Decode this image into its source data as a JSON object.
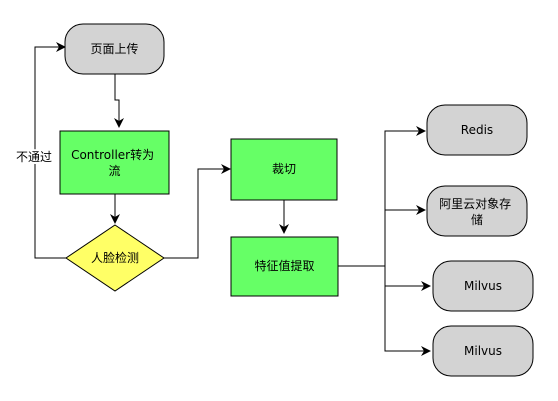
{
  "nodes": {
    "upload": {
      "label": "页面上传",
      "shape": "rounded",
      "fill": "#d3d3d3"
    },
    "controller": {
      "label_line1": "Controller转为",
      "label_line2": "流",
      "shape": "rect",
      "fill": "#66ff66"
    },
    "face": {
      "label": "人脸检测",
      "shape": "diamond",
      "fill": "#ffff66"
    },
    "crop": {
      "label": "裁切",
      "shape": "rect",
      "fill": "#66ff66"
    },
    "feature": {
      "label": "特征值提取",
      "shape": "rect",
      "fill": "#66ff66"
    },
    "redis": {
      "label": "Redis",
      "shape": "rounded",
      "fill": "#d3d3d3"
    },
    "oss": {
      "label_line1": "阿里云对象存",
      "label_line2": "储",
      "shape": "rounded",
      "fill": "#d3d3d3"
    },
    "milvus1": {
      "label": "Milvus",
      "shape": "rounded",
      "fill": "#d3d3d3"
    },
    "milvus2": {
      "label": "Milvus",
      "shape": "rounded",
      "fill": "#d3d3d3"
    }
  },
  "edges": {
    "reject_label": "不通过"
  },
  "colors": {
    "stroke": "#000000",
    "grey": "#d3d3d3",
    "green": "#66ff66",
    "yellow": "#ffff66"
  }
}
